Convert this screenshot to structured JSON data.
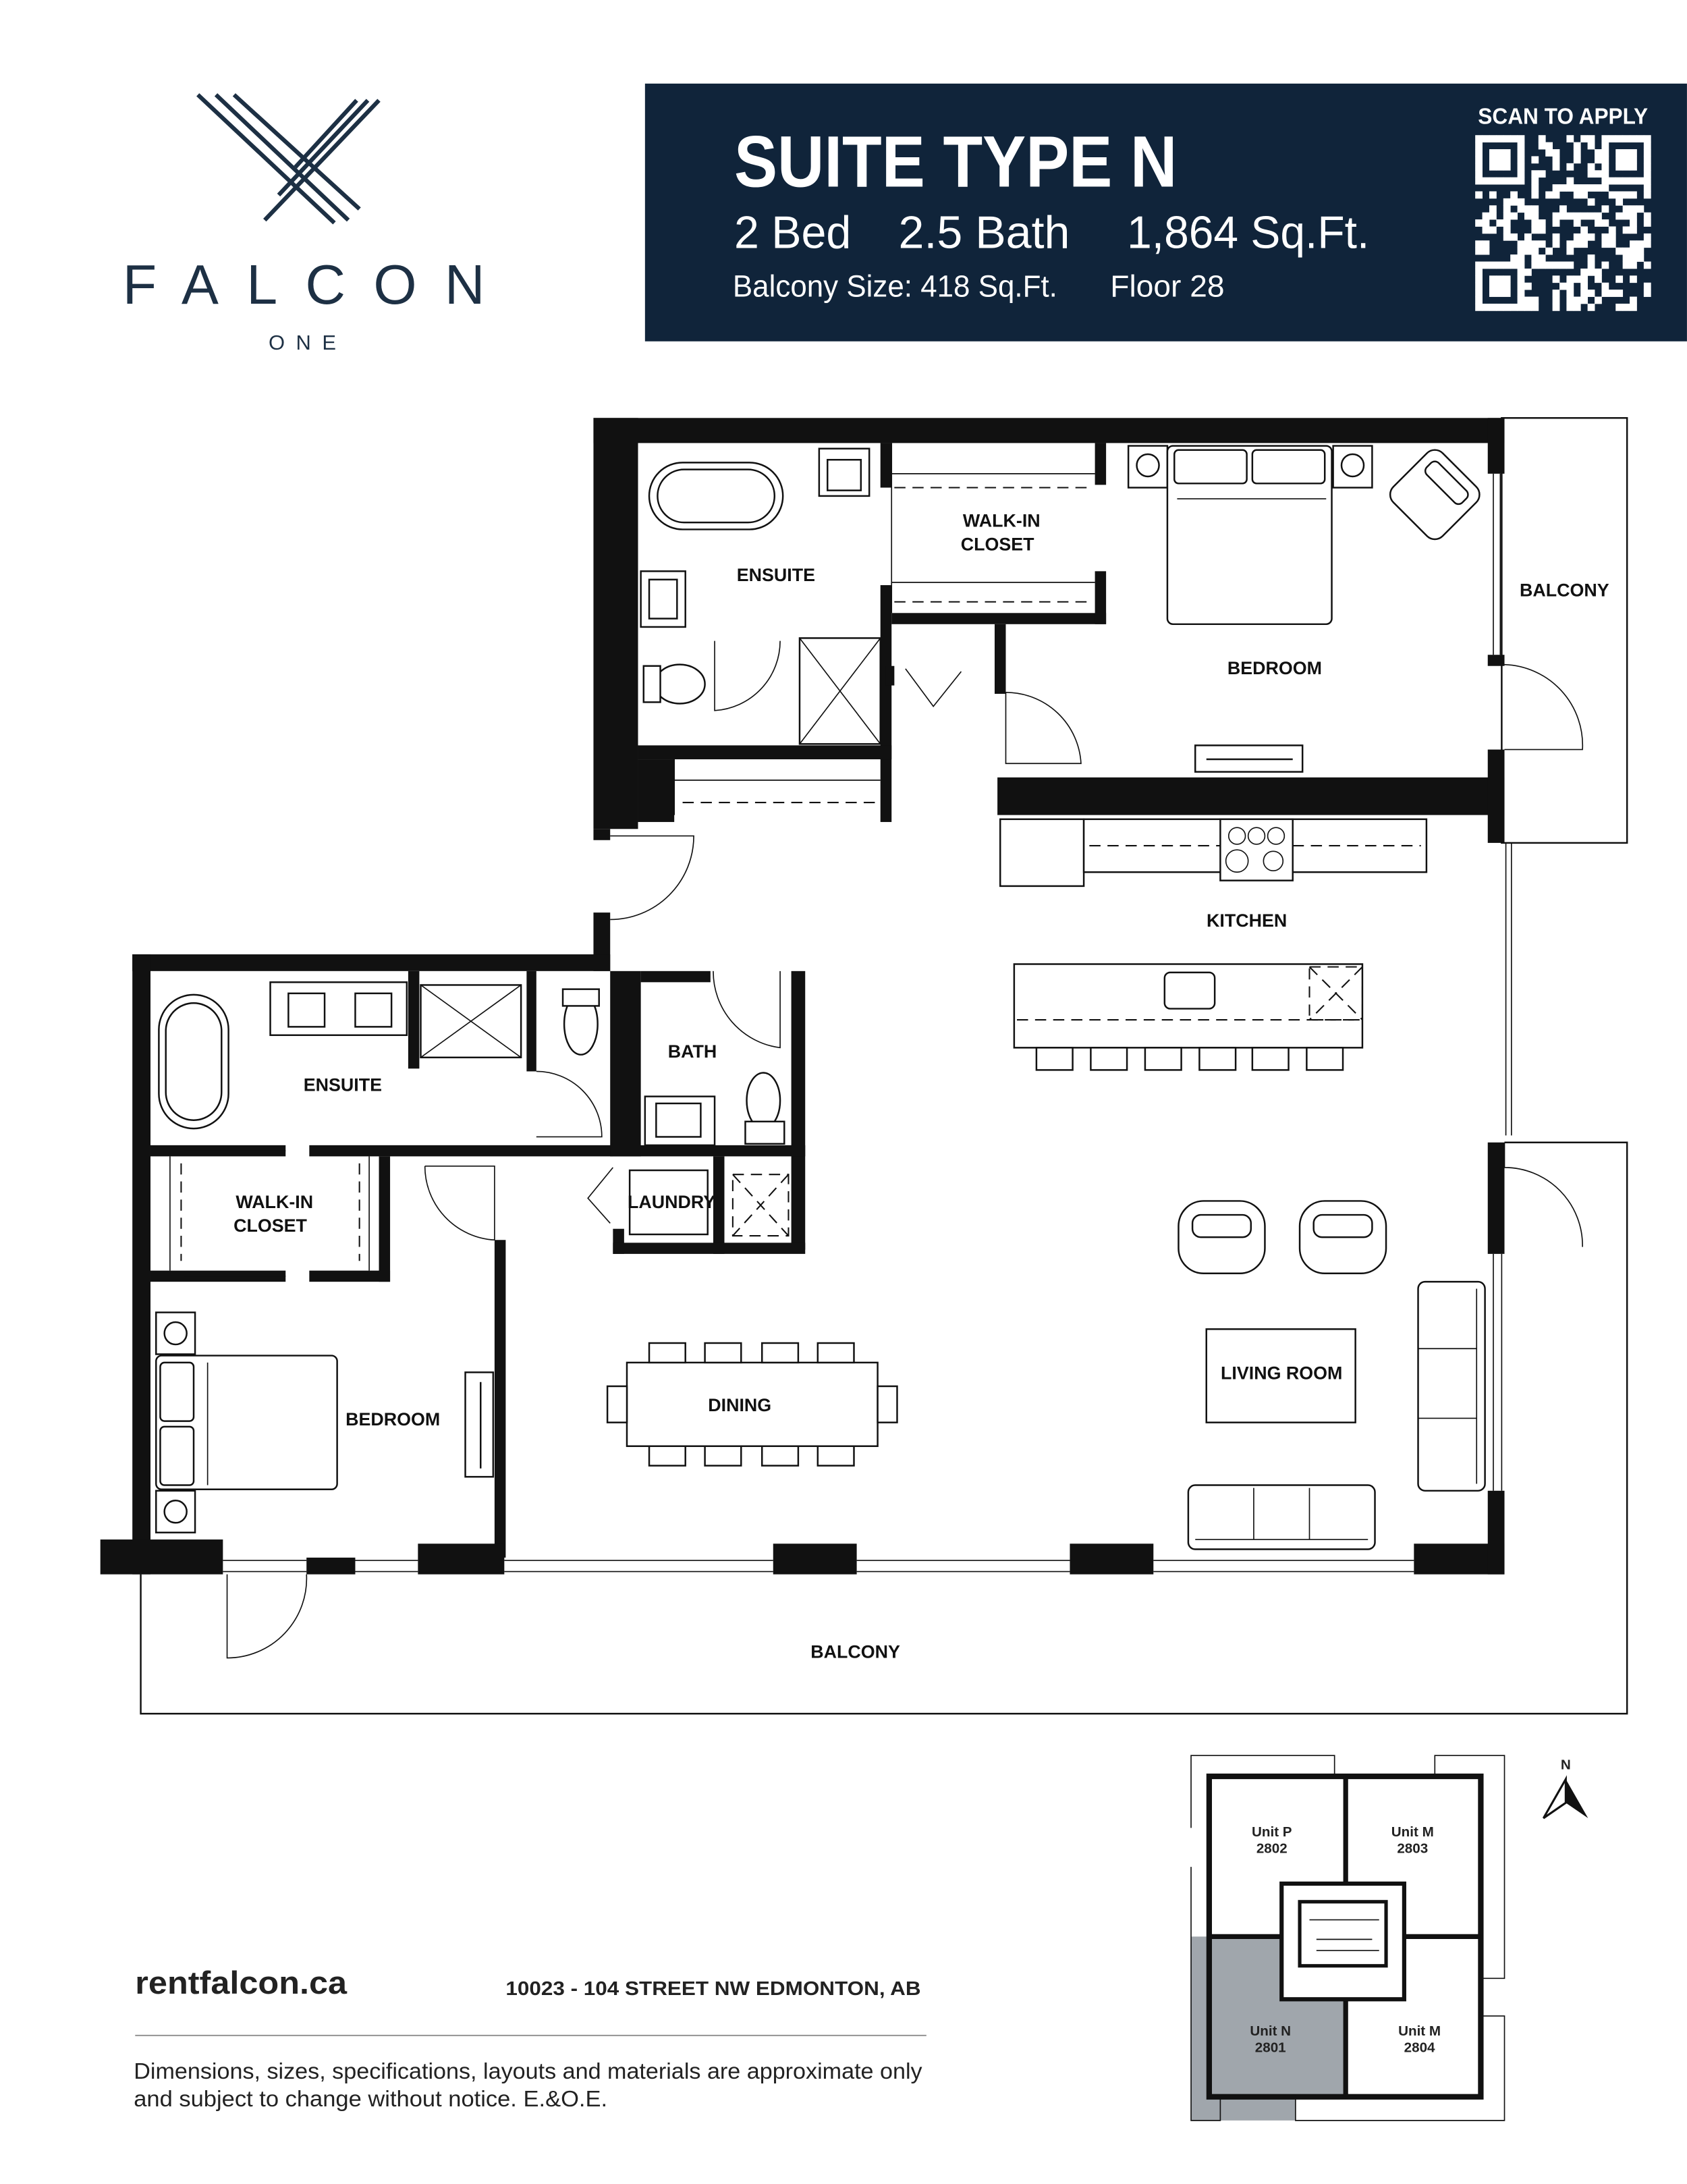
{
  "brand": {
    "name": "FALCON",
    "sub": "ONE"
  },
  "header": {
    "title": "SUITE TYPE N",
    "beds": "2 Bed",
    "baths": "2.5 Bath",
    "area": "1,864 Sq.Ft.",
    "balcony": "Balcony Size: 418 Sq.Ft.",
    "floor": "Floor 28",
    "qr_label": "SCAN TO APPLY"
  },
  "colors": {
    "navy": "#10243a",
    "logo": "#1d3044",
    "highlight": "#a0a6ac",
    "wall": "#111111"
  },
  "rooms": {
    "wic_upper": [
      "WALK-IN",
      "CLOSET"
    ],
    "ensuite_upper": "ENSUITE",
    "bedroom_upper": "BEDROOM",
    "balcony_right": "BALCONY",
    "kitchen": "KITCHEN",
    "bath": "BATH",
    "ensuite_left": "ENSUITE",
    "laundry": "LAUNDRY",
    "wic_left": [
      "WALK-IN",
      "CLOSET"
    ],
    "bedroom_left": "BEDROOM",
    "dining": "DINING",
    "living": "LIVING ROOM",
    "balcony_bottom": "BALCONY"
  },
  "keyplate": {
    "north": "N",
    "units": [
      {
        "name": "Unit P",
        "number": "2802",
        "highlighted": false
      },
      {
        "name": "Unit M",
        "number": "2803",
        "highlighted": false
      },
      {
        "name": "Unit N",
        "number": "2801",
        "highlighted": true
      },
      {
        "name": "Unit M",
        "number": "2804",
        "highlighted": false
      }
    ]
  },
  "footer": {
    "website": "rentfalcon.ca",
    "address": "10023 - 104 STREET NW EDMONTON, AB",
    "disclaimer": [
      "Dimensions, sizes, specifications, layouts and materials are approximate only",
      "and subject to change without notice. E.&O.E."
    ]
  }
}
